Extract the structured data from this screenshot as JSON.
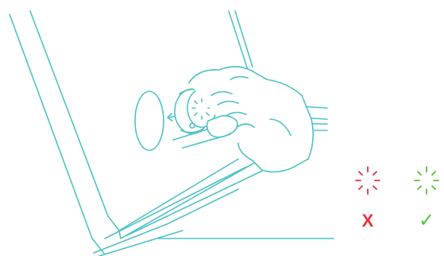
{
  "colors": {
    "line": "#4fc3c6",
    "bad": "#e53140",
    "good": "#54c13a",
    "background": "#ffffff"
  },
  "indicators": [
    {
      "icon": "flashing-light-icon",
      "status": "incorrect",
      "mark": "X",
      "color": "#e53140"
    },
    {
      "icon": "flashing-light-icon",
      "status": "correct",
      "mark": "✓",
      "color": "#54c13a"
    }
  ]
}
